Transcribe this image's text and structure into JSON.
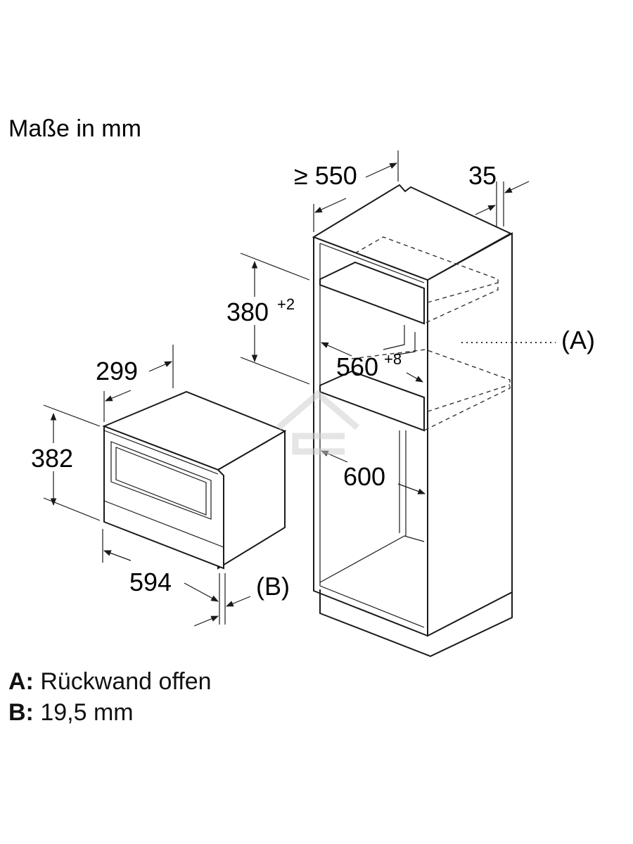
{
  "header": {
    "title": "Maße in mm"
  },
  "niche": {
    "min_depth": "≥ 550",
    "side_thickness": "35",
    "opening_height": "380",
    "opening_height_tolerance": "+2",
    "opening_width": "560",
    "opening_width_tolerance": "+8",
    "cabinet_width": "600",
    "callout_a": "(A)"
  },
  "appliance": {
    "depth": "299",
    "height": "382",
    "width": "594",
    "callout_b": "(B)"
  },
  "legend": {
    "a_key": "A:",
    "a_text": "Rückwand offen",
    "b_key": "B:",
    "b_text": "19,5 mm"
  },
  "watermark": {
    "icon": "house-logo-icon"
  },
  "colors": {
    "line": "#1a1a1a",
    "watermark": "#d0d0d0"
  }
}
